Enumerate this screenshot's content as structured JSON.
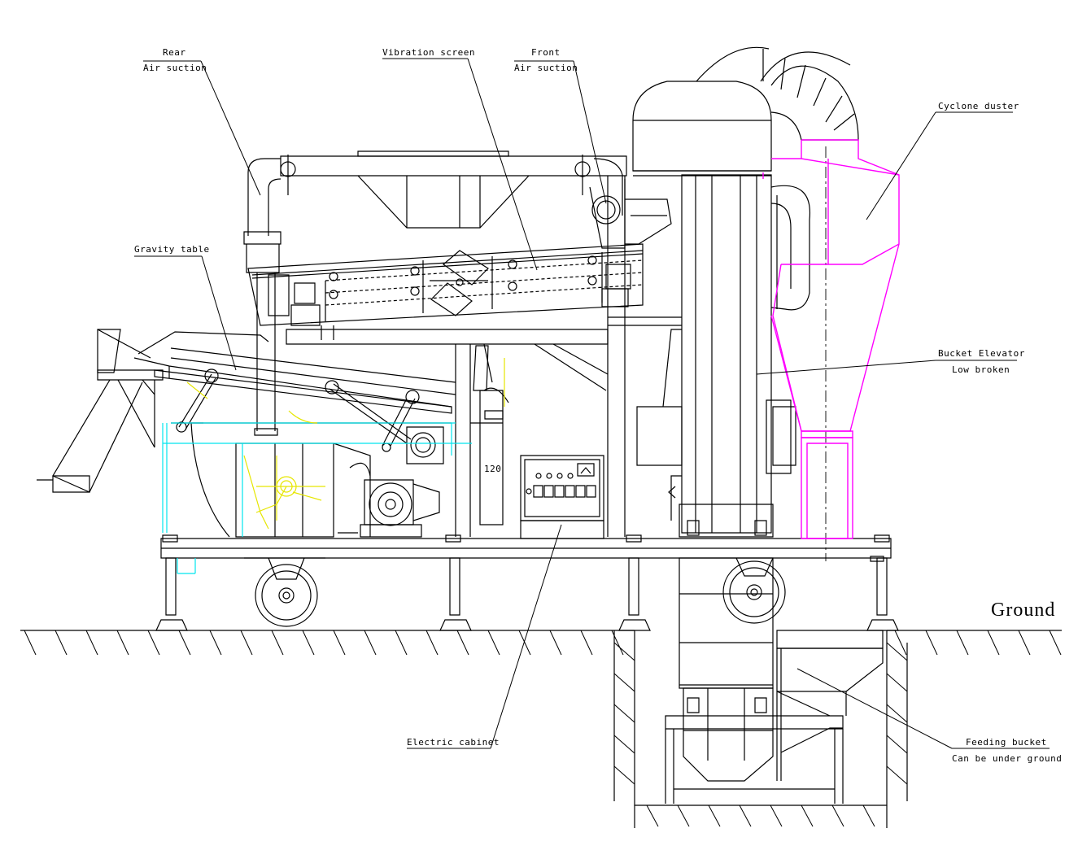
{
  "labels": {
    "rear_line1": "Rear",
    "rear_line2": "Air suction",
    "vibration_screen": "Vibration screen",
    "front_line1": "Front",
    "front_line2": "Air suction",
    "cyclone_duster": "Cyclone duster",
    "gravity_table": "Gravity table",
    "bucket_elevator_line1": "Bucket Elevator",
    "bucket_elevator_line2": "Low broken",
    "ground": "Ground",
    "electric_cabinet": "Electric cabinet",
    "feeding_bucket_line1": "Feeding bucket",
    "feeding_bucket_line2": "Can be under ground",
    "dimension_120": "120"
  },
  "colors": {
    "line": "#000000",
    "cyclone": "#ff00ff",
    "gravity_frame": "#00e5ee",
    "mechanism": "#e6e600",
    "background": "#ffffff"
  }
}
